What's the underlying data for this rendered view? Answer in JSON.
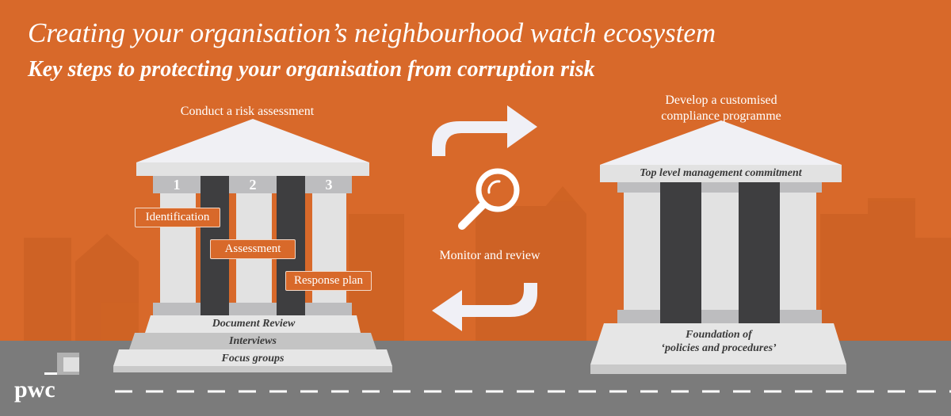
{
  "header": {
    "title": "Creating your organisation’s neighbourhood watch ecosystem",
    "subtitle": "Key steps to protecting your organisation from corruption risk"
  },
  "left_pillar": {
    "heading": "Conduct a risk assessment",
    "numbers": [
      "1",
      "2",
      "3"
    ],
    "tags": [
      "Identification",
      "Assessment",
      "Response plan"
    ],
    "steps": [
      "Document Review",
      "Interviews",
      "Focus groups"
    ]
  },
  "center": {
    "label": "Monitor and review"
  },
  "right_pillar": {
    "heading_line1": "Develop a customised",
    "heading_line2": "compliance programme",
    "roof_label": "Top level management commitment",
    "foundation_line1": "Foundation of",
    "foundation_line2": "‘policies and procedures’"
  },
  "brand": {
    "logo": "pwc"
  },
  "colors": {
    "orange": "#d8692a",
    "road": "#7b7b7b",
    "pillar_light": "#dcdcdc",
    "pillar_dark": "#3e3e40"
  }
}
